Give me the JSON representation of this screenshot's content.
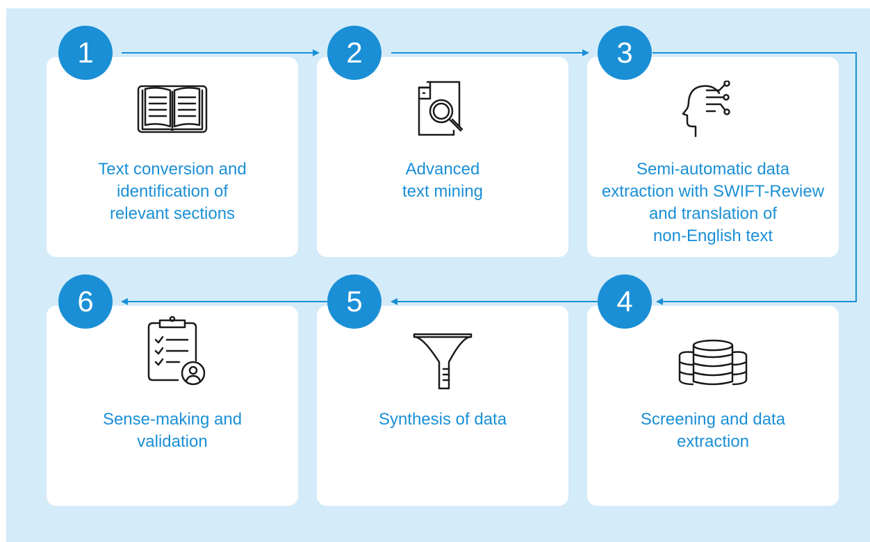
{
  "colors": {
    "background": "#d4ebf9",
    "card": "#ffffff",
    "accent": "#1a8fd6",
    "icon_stroke": "#1a1a1a"
  },
  "steps": [
    {
      "number": "1",
      "icon": "open-book-icon",
      "label": "Text conversion and\nidentification of\nrelevant sections"
    },
    {
      "number": "2",
      "icon": "document-magnifier-icon",
      "label": "Advanced\ntext mining"
    },
    {
      "number": "3",
      "icon": "ai-head-icon",
      "label": "Semi-automatic data\nextraction with SWIFT-Review\nand translation of\nnon-English text"
    },
    {
      "number": "4",
      "icon": "database-icon",
      "label": "Screening and data\nextraction"
    },
    {
      "number": "5",
      "icon": "funnel-icon",
      "label": "Synthesis of data"
    },
    {
      "number": "6",
      "icon": "clipboard-checklist-user-icon",
      "label": "Sense-making and\nvalidation"
    }
  ]
}
